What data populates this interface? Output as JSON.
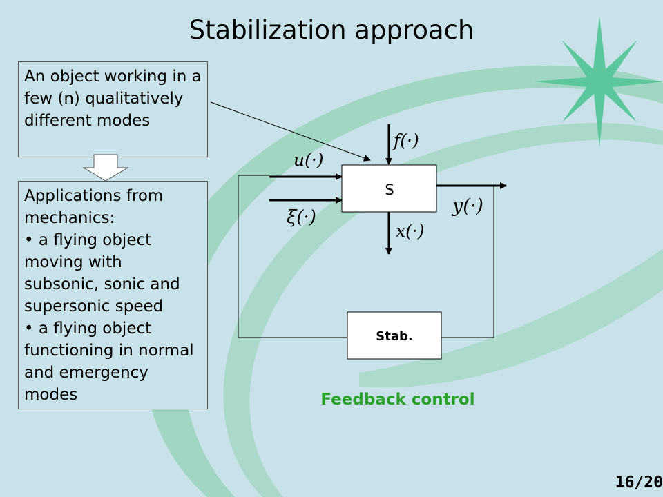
{
  "slide": {
    "title": "Stabilization approach",
    "box_top_text": "An object working in a few (n) qualitatively different modes",
    "box_apps": {
      "lines": [
        "Applications from mechanics:",
        "• a flying object moving with subsonic, sonic and supersonic speed",
        "• a flying object functioning in normal and emergency modes"
      ]
    },
    "diagram": {
      "system_label": "S",
      "stab_label": "Stab.",
      "input_f": "f(·)",
      "input_u": "u(·)",
      "input_xi": "ξ(·)",
      "output_x": "x(·)",
      "output_y": "y(·)"
    },
    "caption": "Feedback control",
    "page_number": "16/20"
  },
  "colors": {
    "background": "#c9e2ea",
    "decor_green": "#7dcca6",
    "caption_green": "#2ba12b"
  }
}
